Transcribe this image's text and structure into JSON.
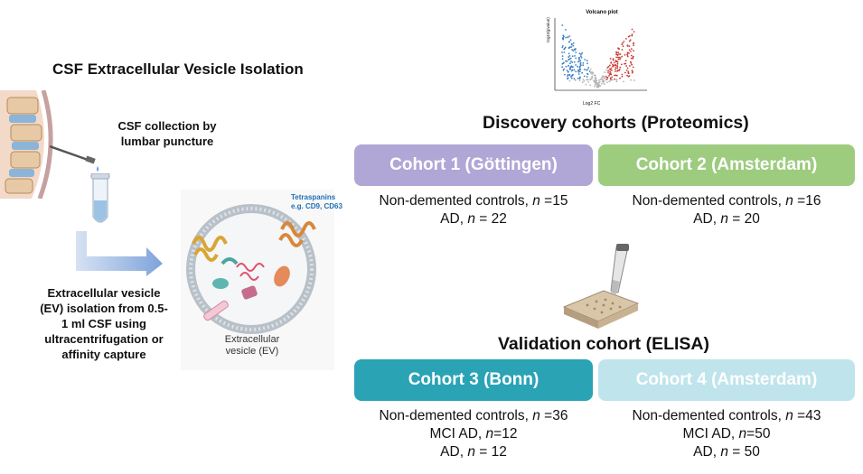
{
  "left": {
    "title": "CSF Extracellular Vesicle Isolation",
    "collection_caption": [
      "CSF collection by",
      "lumbar puncture"
    ],
    "isolation_caption": [
      "Extracellular vesicle",
      "(EV) isolation from 0.5-",
      "1 ml CSF using",
      "ultracentrifugation or",
      "affinity capture"
    ],
    "tetraspanins_label": [
      "Tetraspanins",
      "e.g. CD9, CD63"
    ],
    "ev_label": [
      "Extracellular",
      "vesicle (EV)"
    ]
  },
  "volcano": {
    "title": "Volcano plot",
    "xlabel": "Log2 FC",
    "ylabel": "-log10(pvalue)"
  },
  "discovery": {
    "title": "Discovery cohorts (Proteomics)",
    "cohorts": [
      {
        "name": "Cohort 1 (Göttingen)",
        "color": "#b0a7d6",
        "lines": [
          {
            "pre": "Non-demented controls, ",
            "n": "n",
            "post": " =15"
          },
          {
            "pre": "AD, ",
            "n": "n",
            "post": " = 22"
          }
        ]
      },
      {
        "name": "Cohort 2 (Amsterdam)",
        "color": "#9dcc7f",
        "lines": [
          {
            "pre": "Non-demented controls, ",
            "n": "n",
            "post": " =16"
          },
          {
            "pre": "AD, ",
            "n": "n",
            "post": " = 20"
          }
        ]
      }
    ]
  },
  "validation": {
    "title": "Validation cohort (ELISA)",
    "cohorts": [
      {
        "name": "Cohort 3 (Bonn)",
        "color": "#2aa3b5",
        "lines": [
          {
            "pre": "Non-demented controls, ",
            "n": "n",
            "post": " =36"
          },
          {
            "pre": "MCI AD, ",
            "n": "n",
            "post": "=12"
          },
          {
            "pre": "AD, ",
            "n": "n",
            "post": " = 12"
          }
        ]
      },
      {
        "name": "Cohort 4 (Amsterdam)",
        "color": "#bfe4ec",
        "lines": [
          {
            "pre": "Non-demented controls, ",
            "n": "n",
            "post": " =43"
          },
          {
            "pre": "MCI AD, ",
            "n": "n",
            "post": "=50"
          },
          {
            "pre": "AD, ",
            "n": "n",
            "post": " = 50"
          }
        ]
      }
    ]
  }
}
